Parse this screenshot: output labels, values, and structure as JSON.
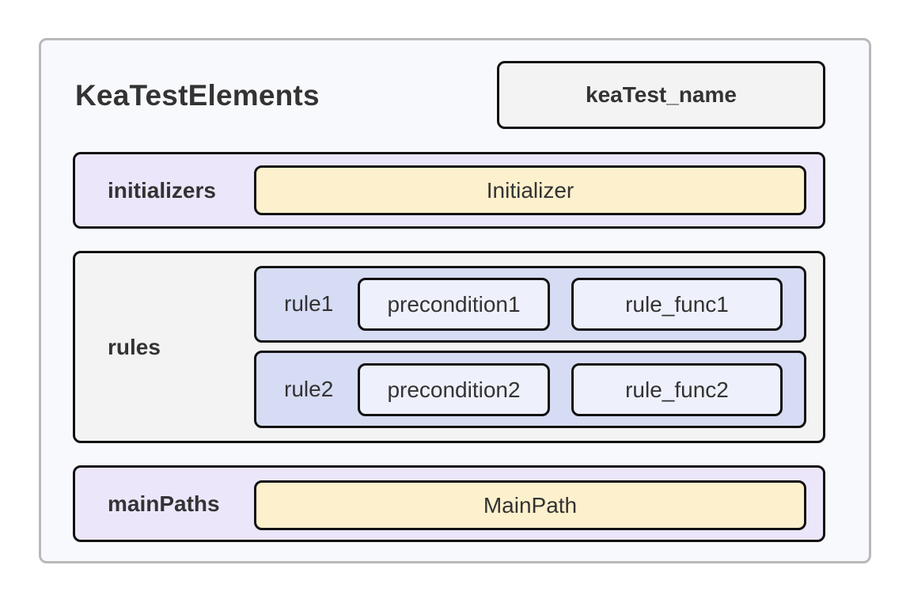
{
  "diagram": {
    "title": "KeaTestElements",
    "name_field": "keaTest_name",
    "initializers": {
      "label": "initializers",
      "item": "Initializer"
    },
    "rules": {
      "label": "rules",
      "items": [
        {
          "label": "rule1",
          "precondition": "precondition1",
          "func": "rule_func1"
        },
        {
          "label": "rule2",
          "precondition": "precondition2",
          "func": "rule_func2"
        }
      ]
    },
    "mainPaths": {
      "label": "mainPaths",
      "item": "MainPath"
    }
  },
  "colors": {
    "outer_background": "#f8f9fc",
    "outer_border": "#b9b9b9",
    "purple_group": "#ece6fb",
    "gray_group": "#f3f3f3",
    "yellow_item": "#fdf0cd",
    "rule_row": "#d7dcf5",
    "rule_cell": "#eef1fb",
    "stroke": "#111111"
  }
}
